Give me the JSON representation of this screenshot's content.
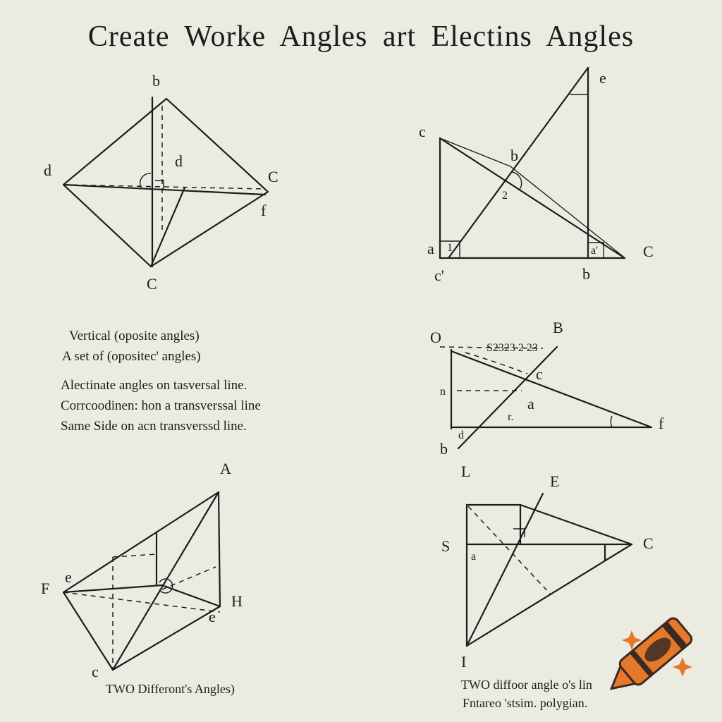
{
  "title": "Create Worke Angles  art  Electins  Angles",
  "notes_left": [
    "Vertical (oposite angles)",
    "A  set of (opositec' angles)",
    "Alectinate angles on tasversal line.",
    "Corrcoodinen: hon a transverssal line",
    "Same Side on acn transverssd line."
  ],
  "fig1": {
    "labels": {
      "top": "b",
      "left": "d",
      "center": "d",
      "right": "C",
      "right_low": "f",
      "bottom": "C"
    }
  },
  "fig2": {
    "labels": {
      "top": "e",
      "left_top": "c",
      "cross": "b",
      "angle2": "2",
      "angle1": "1",
      "bottom_left": "a",
      "bottom_left2": "c'",
      "bottom_mid": "b",
      "angle_a": "a'",
      "right": "C"
    }
  },
  "fig3": {
    "labels": {
      "top_left": "O",
      "top_right": "B",
      "scribble": "S2323 2  23",
      "mid": "c",
      "left": "n",
      "a": "a",
      "r": "r.",
      "bottom_left": "b",
      "angle_d": "d",
      "right": "f"
    }
  },
  "fig4": {
    "labels": {
      "top": "A",
      "left_e": "e",
      "left_F": "F",
      "right_H": "H",
      "right_e": "e",
      "bottom": "c"
    }
  },
  "fig5": {
    "labels": {
      "top_left": "L",
      "top_E": "E",
      "left": "S",
      "a": "a",
      "right": "C",
      "bottom": "I"
    }
  },
  "caption_left": "TWO Differont's Angles)",
  "caption_right_1": "TWO diffoor  angle o's lin",
  "caption_right_2": "Fntareo 'stsim. polygian.",
  "colors": {
    "paper": "#ecebe2",
    "ink": "#1c1c1c",
    "crayon": "#e6782a",
    "crayon_dark": "#3a2a22",
    "sparkle": "#e6782a"
  },
  "icons": {
    "crayon": "crayon-icon",
    "sparkle": "sparkle-icon"
  }
}
